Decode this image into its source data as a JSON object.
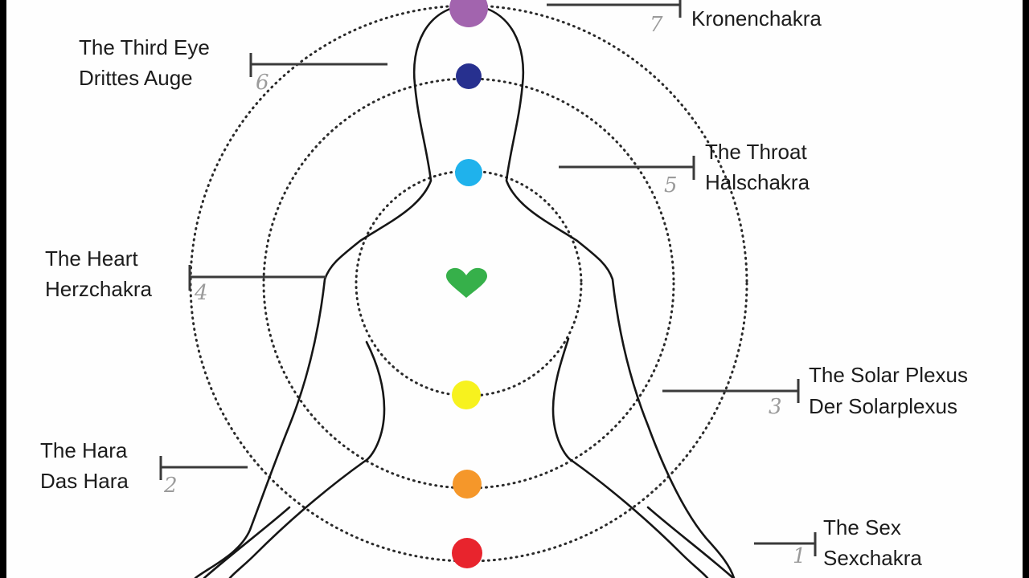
{
  "chakras": [
    {
      "number": "1",
      "label_en": "The Sex",
      "label_de": "Sexchakra",
      "color": "#e8242d"
    },
    {
      "number": "2",
      "label_en": "The Hara",
      "label_de": "Das Hara",
      "color": "#f5972a"
    },
    {
      "number": "3",
      "label_en": "The Solar Plexus",
      "label_de": "Der Solarplexus",
      "color": "#f7f21e"
    },
    {
      "number": "4",
      "label_en": "The Heart",
      "label_de": "Herzchakra",
      "color": "#36b04a"
    },
    {
      "number": "5",
      "label_en": "The Throat",
      "label_de": "Halschakra",
      "color": "#1fb2ec"
    },
    {
      "number": "6",
      "label_en": "The Third Eye",
      "label_de": "Drittes Auge",
      "color": "#27308f"
    },
    {
      "number": "7",
      "label_en": "",
      "label_de": "Kronenchakra",
      "color": "#a264ae"
    }
  ],
  "colors": {
    "outline": "#161616",
    "circles": "#2a2a2a",
    "leaders": "#3a3a3a",
    "numbers": "#9b9b9b"
  }
}
